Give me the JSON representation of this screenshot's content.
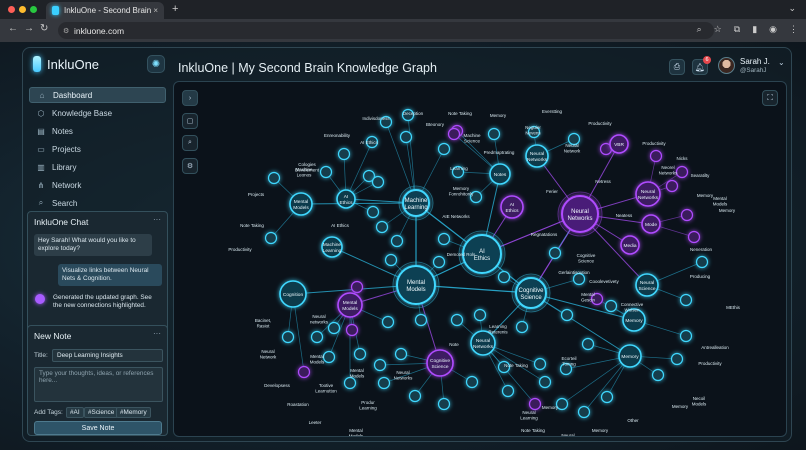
{
  "browser": {
    "tab_title": "InkluOne - Second Brain",
    "tab_close": "×",
    "new_tab": "+",
    "url": "inkluone.com"
  },
  "app": {
    "brand": "InkluOne",
    "header_brand": "InkluOne",
    "header_rest": " | My Second Brain Knowledge Graph",
    "notification_count": "6",
    "user_name": "Sarah J.",
    "user_handle": "@SarahJ"
  },
  "sidebar": {
    "items": [
      {
        "label": "Dashboard",
        "icon": "home-icon",
        "active": true
      },
      {
        "label": "Knowledge Base",
        "icon": "cube-icon"
      },
      {
        "label": "Notes",
        "icon": "notes-icon"
      },
      {
        "label": "Projects",
        "icon": "folder-icon"
      },
      {
        "label": "Library",
        "icon": "library-icon"
      },
      {
        "label": "Network",
        "icon": "share-icon"
      },
      {
        "label": "Search",
        "icon": "search-icon"
      }
    ]
  },
  "chat": {
    "title": "InkluOne Chat",
    "messages": [
      {
        "from": "ai",
        "text": "Hey Sarah! What would you like to explore today?"
      },
      {
        "from": "user",
        "text": "Visualize links between Neural Nets & Cognition."
      },
      {
        "from": "ai",
        "text": "Generated the updated graph. See the new connections highlighted."
      }
    ]
  },
  "new_note": {
    "title": "New Note",
    "title_label": "Title:",
    "title_value": "Deep Learning Insights",
    "body_placeholder": "Type your thoughts, ideas, or references here...",
    "tags_label": "Add Tags:",
    "tags": [
      "#AI",
      "#Science",
      "#Memory"
    ],
    "save_label": "Save Note"
  },
  "graph": {
    "colors": {
      "cyan": "#3fd8ff",
      "purple": "#b04cff",
      "edge_cyan": "#2bb8e0",
      "edge_purple": "#a34cf0"
    },
    "hubs": [
      {
        "id": "ai",
        "label": "AI Ethics",
        "color": "cyan"
      },
      {
        "id": "mm",
        "label": "Mental Models",
        "color": "cyan"
      },
      {
        "id": "nn",
        "label": "Neural Networks",
        "color": "purple"
      },
      {
        "id": "cs",
        "label": "Cognitive Science",
        "color": "cyan"
      },
      {
        "id": "ml",
        "label": "Machine Learning",
        "color": "cyan"
      }
    ],
    "nodes": [
      {
        "label": "Mental Models",
        "color": "cyan"
      },
      {
        "label": "AI Ethics",
        "color": "cyan"
      },
      {
        "label": "Machine Learning",
        "color": "cyan"
      },
      {
        "label": "Cognition",
        "color": "cyan"
      },
      {
        "label": "Mental Models",
        "color": "purple"
      },
      {
        "label": "Notes",
        "color": "cyan"
      },
      {
        "label": "Neural Networks",
        "color": "cyan"
      },
      {
        "label": "AI Ethics",
        "color": "purple"
      },
      {
        "label": "Neural Networks",
        "color": "purple"
      },
      {
        "label": "Mode",
        "color": "purple"
      },
      {
        "label": "Media",
        "color": "purple"
      },
      {
        "label": "Neural Science",
        "color": "cyan"
      },
      {
        "label": "Memory",
        "color": "cyan"
      },
      {
        "label": "Memory",
        "color": "cyan"
      },
      {
        "label": "Neural Networks",
        "color": "cyan"
      },
      {
        "label": "Cognitive Science",
        "color": "purple"
      },
      {
        "label": "VBR",
        "color": "purple"
      }
    ],
    "labels": [
      "Deception",
      "Note Taking",
      "Memory",
      "Neguier Nevens",
      "Everstting",
      "Productivity",
      "Indivisdoness",
      "Bteonory",
      "Machine Science",
      "Enreonability",
      "AI Ethics",
      "Predmaptrating",
      "Neural Network",
      "Productivity",
      "Nicks",
      "Cologies Develement",
      "Learning",
      "Neorel Networks",
      "Searatilty",
      "Machine Leonos",
      "Memory Fonrohitonly",
      "Netress",
      "Ferier",
      "Memory",
      "Projects",
      "AIE Networks",
      "Mental Models",
      "Memory",
      "Note Taking",
      "AI Ethics",
      "Neatess",
      "Regnatations",
      "Cognitive Science",
      "Productivity",
      "Demoted Rols",
      "Gerlaintisoution",
      "Neneration",
      "Producing",
      "Cooolevetivety",
      "Bacinet, Rasiot",
      "Neural networks",
      "Mental Gescin",
      "MEthis",
      "Connective Woisen",
      "Antrealleation",
      "Neural Network",
      "Note",
      "Learning Reterenis",
      "Mental Models",
      "Note Taking",
      "Productivity",
      "Mental Models",
      "Ecorteil Tomng",
      "Developsess",
      "Tootive Learnutton",
      "Neural Networks",
      "Memory",
      "Roastation",
      "Produr Learning",
      "Necoil Models",
      "Memory",
      "Neural Learning",
      "Note Taking",
      "Leeter",
      "Mental Models",
      "Neural Models",
      "Other",
      "Memory",
      "Search",
      "Neural Werrne",
      "Produestivity",
      "Productivity",
      "Note Tebing",
      "Memory"
    ]
  }
}
